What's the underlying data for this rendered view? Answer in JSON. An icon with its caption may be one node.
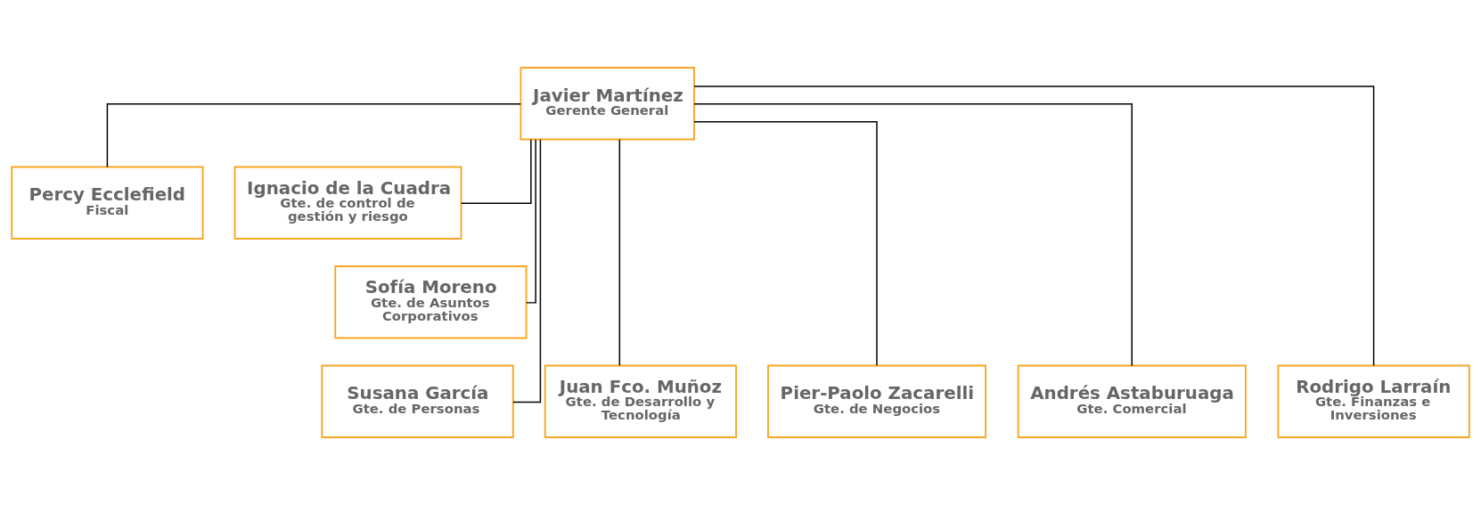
{
  "diagram": {
    "nodes": [
      {
        "text": [
          "Javier Martínez",
          "Gerente General"
        ]
      },
      {
        "text": [
          "Percy Ecclefield",
          "Fiscal"
        ]
      },
      {
        "text": [
          "Ignacio de la Cuadra",
          "Gte. de control de gestión y riesgo"
        ]
      },
      {
        "text": [
          "Sofía Moreno",
          "Gte. de Asuntos Corporativos"
        ]
      },
      {
        "text": [
          "Susana García",
          "Gte. de Personas"
        ]
      },
      {
        "text": [
          "Juan Fco. Muñoz",
          "Gte. de Desarrollo y Tecnología"
        ]
      },
      {
        "text": [
          "Pier-Paolo Zacarelli",
          "Gte. de Negocios"
        ]
      },
      {
        "text": [
          "Andrés Astaburuaga",
          "Gte. Comercial"
        ]
      },
      {
        "text": [
          "Rodrigo Larraín",
          "Gte. Finanzas e Inversiones"
        ]
      }
    ],
    "edges": [
      {
        "from": 0,
        "to": 1,
        "arrow": "none"
      },
      {
        "from": 0,
        "to": 2,
        "arrow": "none"
      },
      {
        "from": 0,
        "to": 3,
        "arrow": "none"
      },
      {
        "from": 0,
        "to": 4,
        "arrow": "none"
      },
      {
        "from": 0,
        "to": 5,
        "arrow": "none"
      },
      {
        "from": 0,
        "to": 6,
        "arrow": "none"
      },
      {
        "from": 0,
        "to": 7,
        "arrow": "none"
      },
      {
        "from": 0,
        "to": 8,
        "arrow": "none"
      }
    ]
  }
}
